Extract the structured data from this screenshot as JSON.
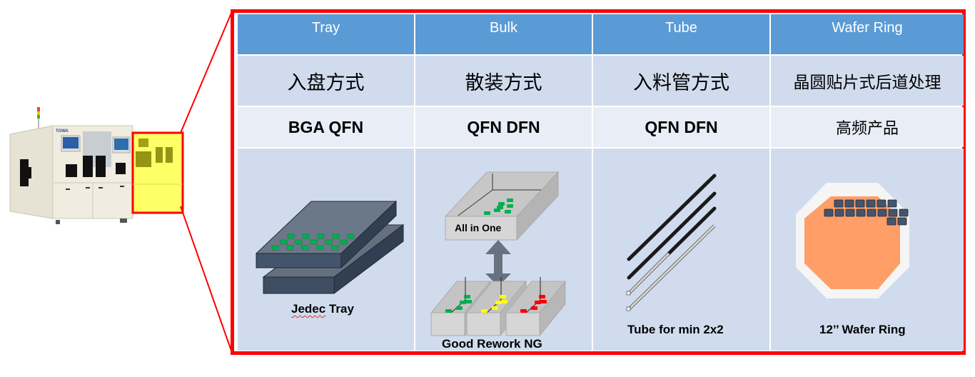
{
  "machine": {
    "brand_logo": "TOWA",
    "highlight_color": "#ffff66",
    "callout_color": "#ff0000"
  },
  "table": {
    "headers": [
      "Tray",
      "Bulk",
      "Tube",
      "Wafer Ring"
    ],
    "methods": [
      "入盘方式",
      "散装方式",
      "入料管方式",
      "晶圆贴片式后道处理"
    ],
    "packages": [
      "BGA QFN",
      "QFN DFN",
      "QFN DFN",
      "高频产品"
    ],
    "illustrations": {
      "tray": {
        "caption_part1": "Jedec",
        "caption_part2": " Tray",
        "icon": "jedec-tray-icon"
      },
      "bulk": {
        "top_label": "All in One",
        "caption": "Good Rework NG",
        "bins": [
          "Good",
          "Rework",
          "NG"
        ],
        "bin_colors": [
          "#00b050",
          "#ffff00",
          "#ff0000"
        ],
        "icon": "bulk-bins-icon"
      },
      "tube": {
        "caption": "Tube for min 2x2",
        "icon": "tube-icon"
      },
      "wafer": {
        "caption": "12’’ Wafer Ring",
        "icon": "wafer-ring-icon"
      }
    }
  },
  "colors": {
    "header_bg": "#5b9bd5",
    "row_a": "#d0dcee",
    "row_b": "#e9edf6",
    "frame": "#ff0000",
    "wafer": "#ff9e66",
    "die": "#44546a",
    "chip_green": "#00b050"
  }
}
